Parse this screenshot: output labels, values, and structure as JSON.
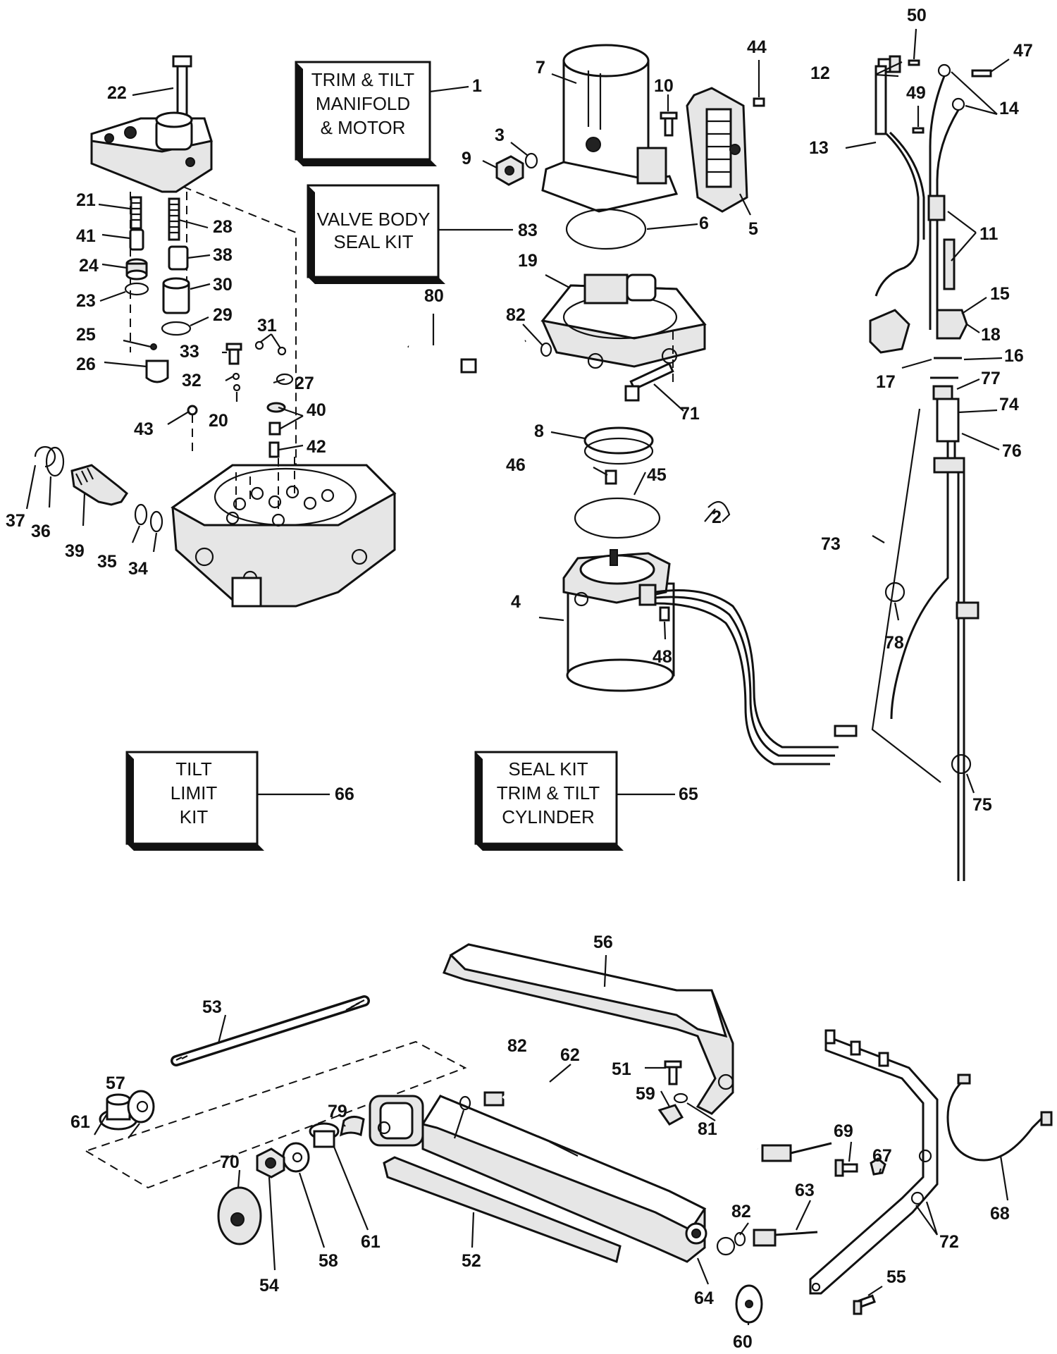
{
  "kits": {
    "k1": [
      "TRIM & TILT",
      "MANIFOLD",
      "& MOTOR"
    ],
    "k83": [
      "VALVE BODY",
      "SEAL KIT"
    ],
    "k66": [
      "TILT",
      "LIMIT",
      "KIT"
    ],
    "k65": [
      "SEAL KIT",
      "TRIM & TILT",
      "CYLINDER"
    ]
  },
  "callouts": {
    "c1": "1",
    "c2": "2",
    "c3": "3",
    "c4": "4",
    "c5": "5",
    "c6": "6",
    "c7": "7",
    "c8": "8",
    "c9": "9",
    "c10": "10",
    "c11": "11",
    "c12": "12",
    "c13": "13",
    "c14": "14",
    "c15": "15",
    "c16": "16",
    "c17": "17",
    "c18": "18",
    "c19": "19",
    "c20": "20",
    "c21": "21",
    "c22": "22",
    "c23": "23",
    "c24": "24",
    "c25": "25",
    "c26": "26",
    "c27": "27",
    "c28": "28",
    "c29": "29",
    "c30": "30",
    "c31": "31",
    "c32": "32",
    "c33": "33",
    "c34": "34",
    "c35": "35",
    "c36": "36",
    "c37": "37",
    "c38": "38",
    "c39": "39",
    "c40": "40",
    "c41": "41",
    "c42": "42",
    "c43": "43",
    "c44": "44",
    "c45": "45",
    "c46": "46",
    "c47": "47",
    "c48": "48",
    "c49": "49",
    "c50": "50",
    "c51": "51",
    "c52": "52",
    "c53": "53",
    "c54": "54",
    "c55": "55",
    "c56": "56",
    "c57": "57",
    "c58": "58",
    "c59": "59",
    "c60": "60",
    "c61": "61",
    "c61b": "61",
    "c62": "62",
    "c63": "63",
    "c64": "64",
    "c65": "65",
    "c66": "66",
    "c67": "67",
    "c68": "68",
    "c69": "69",
    "c70": "70",
    "c71": "71",
    "c72": "72",
    "c73": "73",
    "c74": "74",
    "c75": "75",
    "c76": "76",
    "c77": "77",
    "c78": "78",
    "c79": "79",
    "c80": "80",
    "c81": "81",
    "c82a": "82",
    "c82b": "82",
    "c82c": "82",
    "c83": "83"
  }
}
